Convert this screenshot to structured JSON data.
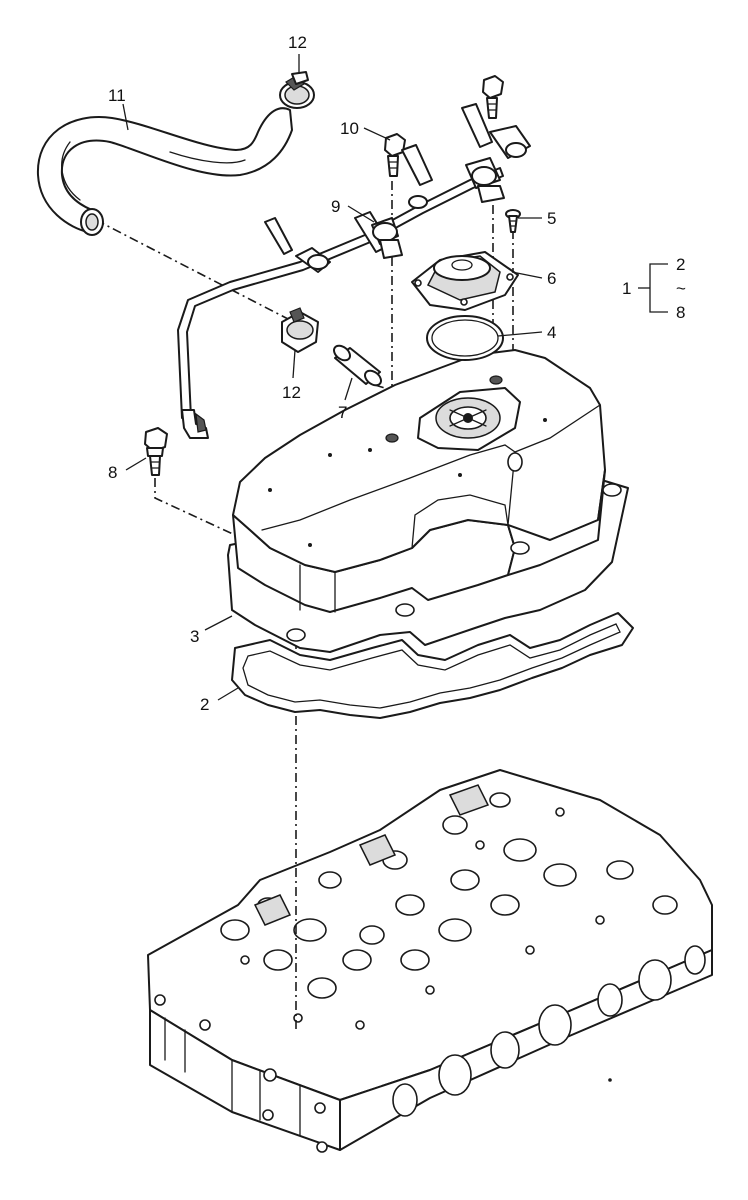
{
  "callouts": {
    "c1": "1",
    "c2_bracket": "2",
    "c8_bracket": "8",
    "c2": "2",
    "c3": "3",
    "c4": "4",
    "c5": "5",
    "c6": "6",
    "c7": "7",
    "c8": "8",
    "c9": "9",
    "c10": "10",
    "c11": "11",
    "c12_top": "12",
    "c12_mid": "12",
    "tilde": "~"
  }
}
